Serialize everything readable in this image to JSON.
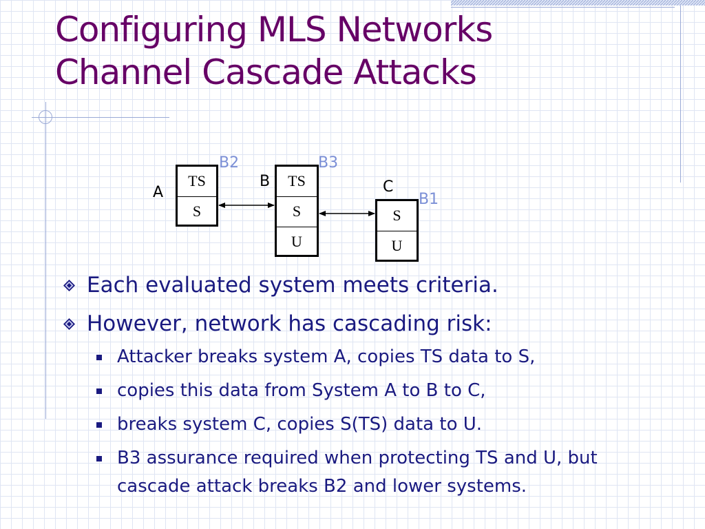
{
  "slide": {
    "title_line1": "Configuring MLS Networks",
    "title_line2": "Channel Cascade Attacks"
  },
  "diagram": {
    "systems": [
      {
        "name": "A",
        "level": "B2",
        "classifications": [
          "TS",
          "S"
        ]
      },
      {
        "name": "B",
        "level": "B3",
        "classifications": [
          "TS",
          "S",
          "U"
        ]
      },
      {
        "name": "C",
        "level": "B1",
        "classifications": [
          "S",
          "U"
        ]
      }
    ],
    "links": [
      {
        "from": "A",
        "to": "B",
        "via": "S",
        "arrow": "bidirectional"
      },
      {
        "from": "B",
        "to": "C",
        "via": "S",
        "arrow": "bidirectional"
      }
    ]
  },
  "bullets": [
    {
      "text": "Each evaluated system meets criteria.",
      "sub": []
    },
    {
      "text": "However, network has cascading risk:",
      "sub": [
        "Attacker breaks system A, copies TS data to S,",
        "copies this data from System A to B to C,",
        "breaks system C, copies S(TS) data to U.",
        "B3 assurance required when protecting TS and U, but cascade attack breaks B2 and lower systems."
      ]
    }
  ],
  "colors": {
    "title": "#660066",
    "body_text": "#1a1a80",
    "level_label": "#7b8fd6",
    "grid": "#dfe5f3"
  }
}
